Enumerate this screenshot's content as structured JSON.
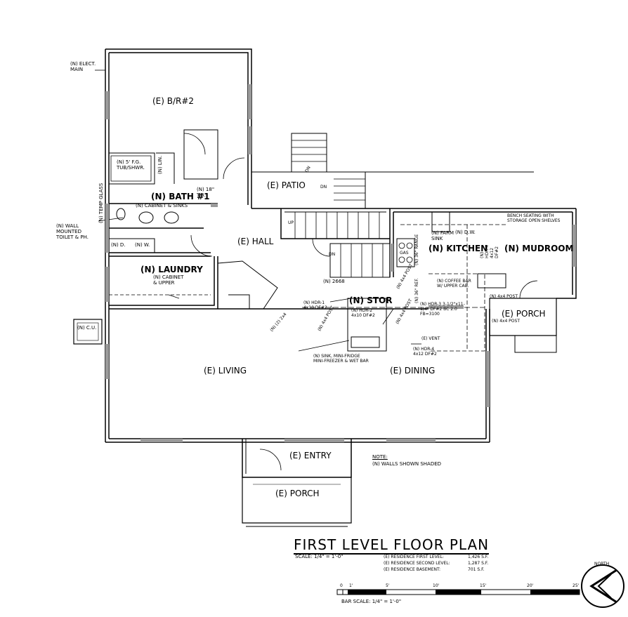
{
  "rooms": {
    "br2": "(E) B/R#2",
    "patio": "(E) PATIO",
    "bath1": "(N) BATH #1",
    "hall": "(E) HALL",
    "kitchen": "(N) KITCHEN",
    "mudroom": "(N) MUDROOM",
    "laundry": "(N) LAUNDRY",
    "stor": "(N) STOR",
    "porch_right": "(E) PORCH",
    "living": "(E) LIVING",
    "dining": "(E) DINING",
    "entry": "(E) ENTRY",
    "porch_front": "(E) PORCH"
  },
  "notes": {
    "elect_main": "(N) ELECT. MAIN",
    "tub": "(N) 5' F.G. TUB/SHWR.",
    "lin": "(N) LIN.",
    "tb": "(N) 18\" T.B.",
    "temp_glass": "(N) TEMP GLASS",
    "cabinet_sinks": "(N) CABINET & SINKS",
    "wall_toilet": "(N) WALL MOUNTED TOILET & PH.",
    "d": "(N) D.",
    "w": "(N) W.",
    "cabinet_upper": "(N) CABINET & UPPER",
    "cu": "(N) C.U.",
    "dn_patio": "DN",
    "dn_stair": "DN",
    "up": "UP",
    "dn": "DN",
    "door_2668": "(N) 2668",
    "farm_sink": "(N) FARM SINK",
    "dw": "(N) D.W.",
    "bench": "BENCH SEATING WITH STORAGE OPEN SHELVES",
    "gas": "GAS",
    "range": "(N) 36\" RANGE",
    "ref": "(N) 36\" REF.",
    "post1": "(N) 4x4 POST",
    "post_porch": "(N) 4x4 POST",
    "post_porch2": "(N) 4x4 POST",
    "post_left": "(N) 4x4 POST",
    "post_stor": "(N) 4x4 POST",
    "hdr4_right": "(N) HDR-4 4x12 DF#2",
    "coffee_bar": "(N) COFFEE BAR W/ UPPER CAB.",
    "hdr1": "(N) HDR-1 4x10 DF#2",
    "hdr2": "(N) HDR-2 4x10 DF#2",
    "hdr3": "(N) HDR-3 3-1/2\"x11-1/4\" DF#2 BC 2.0 FB=3100",
    "vent": "(E) VENT",
    "hdr4": "(N) HDR-4 4x12 DF#2",
    "two_2x4": "(N) (2) 2x4",
    "sink_bar": "(N) SINK, MINI-FRIDGE MINI-FREEZER & WET BAR",
    "note_head": "NOTE:",
    "note_body": "(N) WALLS SHOWN SHADED"
  },
  "title_block": {
    "title": "FIRST LEVEL FLOOR PLAN",
    "scale": "SCALE: 1/4\" = 1'-0\"",
    "area1_label": "(E) RESIDENCE FIRST LEVEL:",
    "area1_value": "1,426 S.F.",
    "area2_label": "(E) RESIDENCE SECOND LEVEL:",
    "area2_value": "1,287 S.F.",
    "area3_label": "(E) RESIDENCE BASEMENT:",
    "area3_value": "701 S.F.",
    "north": "NORTH",
    "bar_scale": "BAR SCALE: 1/4\" = 1'-0\"",
    "ticks": [
      "0",
      "1'",
      "5'",
      "10'",
      "15'",
      "20'",
      "25'"
    ]
  }
}
